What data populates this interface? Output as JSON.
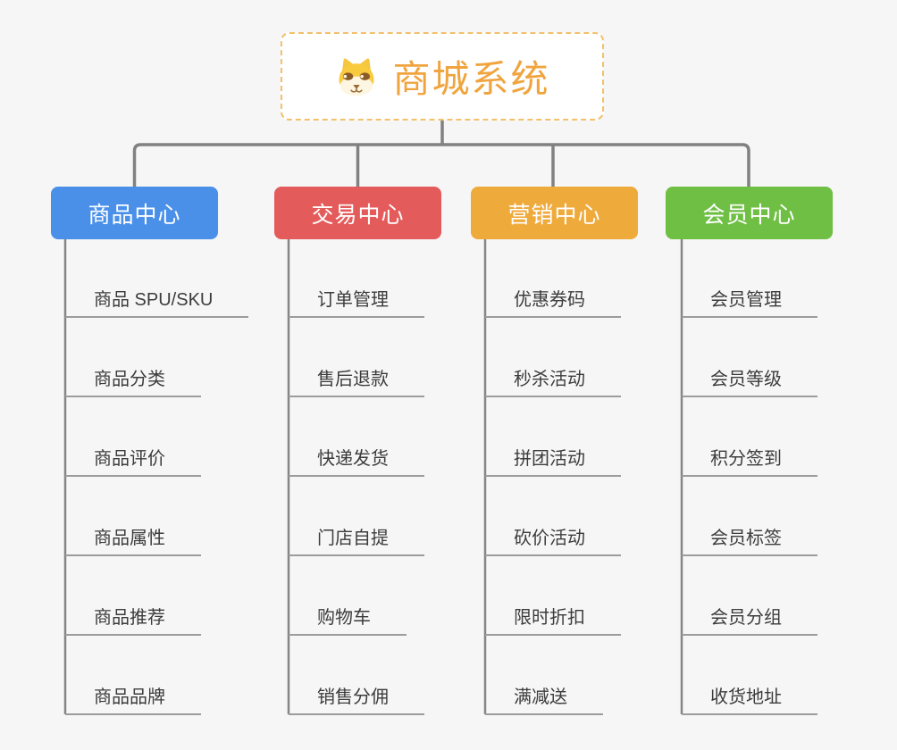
{
  "canvas": {
    "background": "#F6F6F6"
  },
  "root": {
    "title": "商城系统",
    "icon": "dog-icon",
    "text_color": "#F0A43E",
    "border_color": "#F3C06C"
  },
  "branches": [
    {
      "label": "商品中心",
      "color": "#4A90E8",
      "children": [
        "商品 SPU/SKU",
        "商品分类",
        "商品评价",
        "商品属性",
        "商品推荐",
        "商品品牌"
      ]
    },
    {
      "label": "交易中心",
      "color": "#E45B5B",
      "children": [
        "订单管理",
        "售后退款",
        "快递发货",
        "门店自提",
        "购物车",
        "销售分佣"
      ]
    },
    {
      "label": "营销中心",
      "color": "#EFAA3C",
      "children": [
        "优惠券码",
        "秒杀活动",
        "拼团活动",
        "砍价活动",
        "限时折扣",
        "满减送"
      ]
    },
    {
      "label": "会员中心",
      "color": "#6FBF44",
      "children": [
        "会员管理",
        "会员等级",
        "积分签到",
        "会员标签",
        "会员分组",
        "收货地址"
      ]
    }
  ],
  "connectors": {
    "tree_color": "#818181",
    "spine_color": "#858585",
    "underline_color": "#9C9C9C"
  }
}
